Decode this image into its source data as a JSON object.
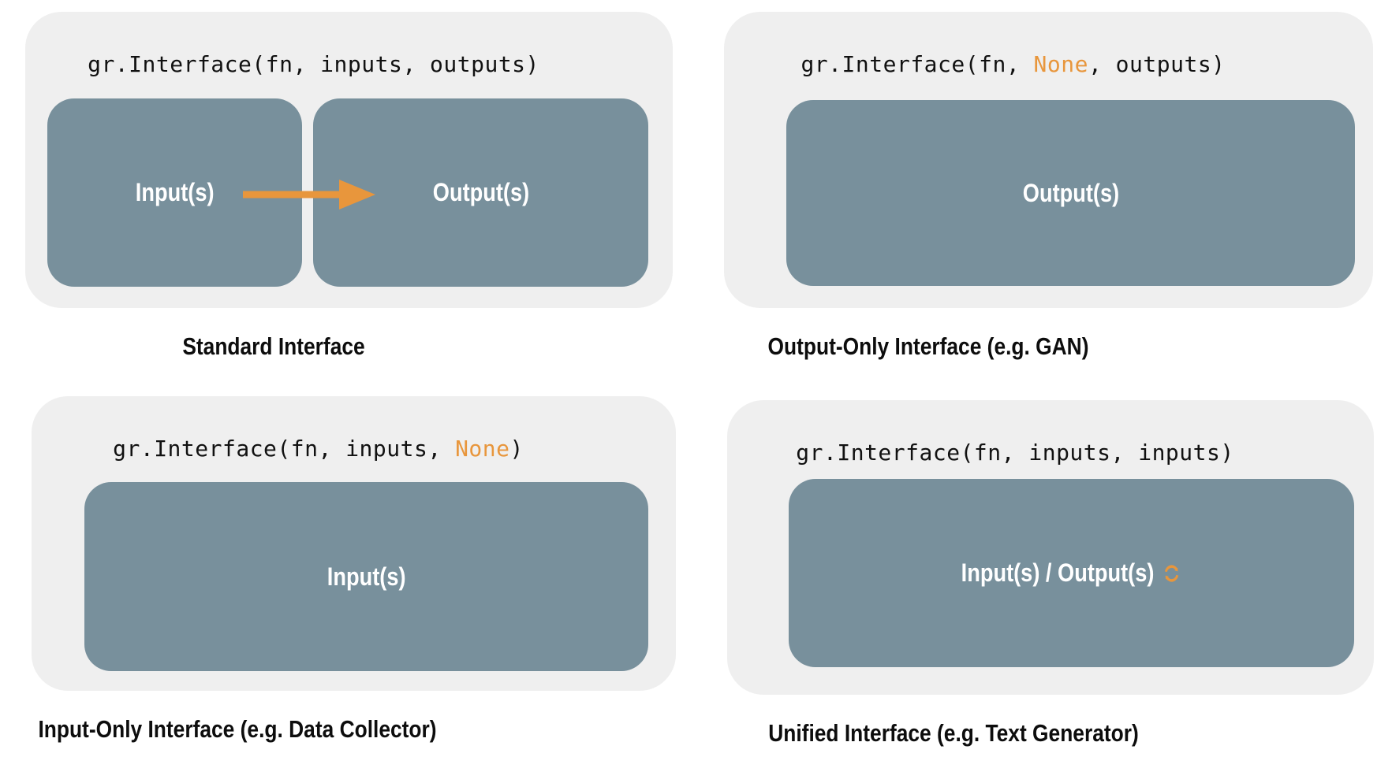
{
  "figure": {
    "colors": {
      "panel_bg": "#efefef",
      "box_bg": "#78909c",
      "accent": "#e8963c",
      "code_text": "#111111",
      "label_text": "#ffffff",
      "caption_text": "#0d0d0d"
    },
    "panels": [
      {
        "caption": "Standard Interface",
        "code": {
          "pre": "gr.Interface(fn, inputs, outputs)",
          "highlight": "",
          "post": ""
        },
        "boxes": [
          {
            "label": "Input(s)"
          },
          {
            "label": "Output(s)"
          }
        ],
        "connector": "right-arrow"
      },
      {
        "caption": "Output-Only Interface (e.g. GAN)",
        "code": {
          "pre": "gr.Interface(fn, ",
          "highlight": "None",
          "post": ", outputs)"
        },
        "boxes": [
          {
            "label": "Output(s)"
          }
        ]
      },
      {
        "caption": "Input-Only Interface (e.g. Data Collector)",
        "code": {
          "pre": "gr.Interface(fn, inputs, ",
          "highlight": "None",
          "post": ")"
        },
        "boxes": [
          {
            "label": "Input(s)"
          }
        ]
      },
      {
        "caption": "Unified Interface (e.g. Text Generator)",
        "code": {
          "pre": "gr.Interface(fn, inputs, inputs)",
          "highlight": "",
          "post": ""
        },
        "boxes": [
          {
            "label": "Input(s) / Output(s)"
          }
        ],
        "icon": "cycle-icon"
      }
    ]
  }
}
